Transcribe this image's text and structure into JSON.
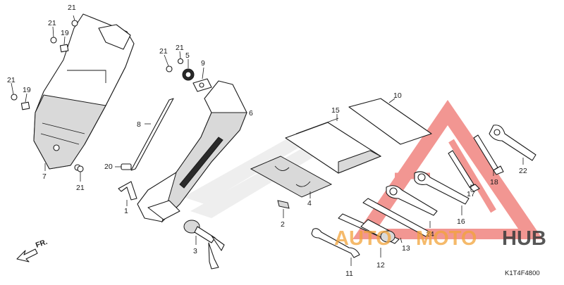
{
  "diagram_code": "K1T4F4800",
  "direction_label": "FR.",
  "watermark": {
    "word_left": "AUTO",
    "word_mid": "MOTO",
    "word_right": "HUB",
    "color_triangle": "#e8413a",
    "color_left": "#f2a33a",
    "color_right": "#3a3a3a"
  },
  "callouts": [
    "21",
    "21",
    "19",
    "21",
    "19",
    "21",
    "7",
    "21",
    "5",
    "9",
    "6",
    "8",
    "20",
    "1",
    "10",
    "15",
    "4",
    "2",
    "3",
    "17",
    "18",
    "22",
    "16",
    "14",
    "13",
    "11",
    "12"
  ],
  "colors": {
    "line": "#1a1a1a",
    "fill": "#ffffff",
    "shade": "#d9d9d9"
  }
}
